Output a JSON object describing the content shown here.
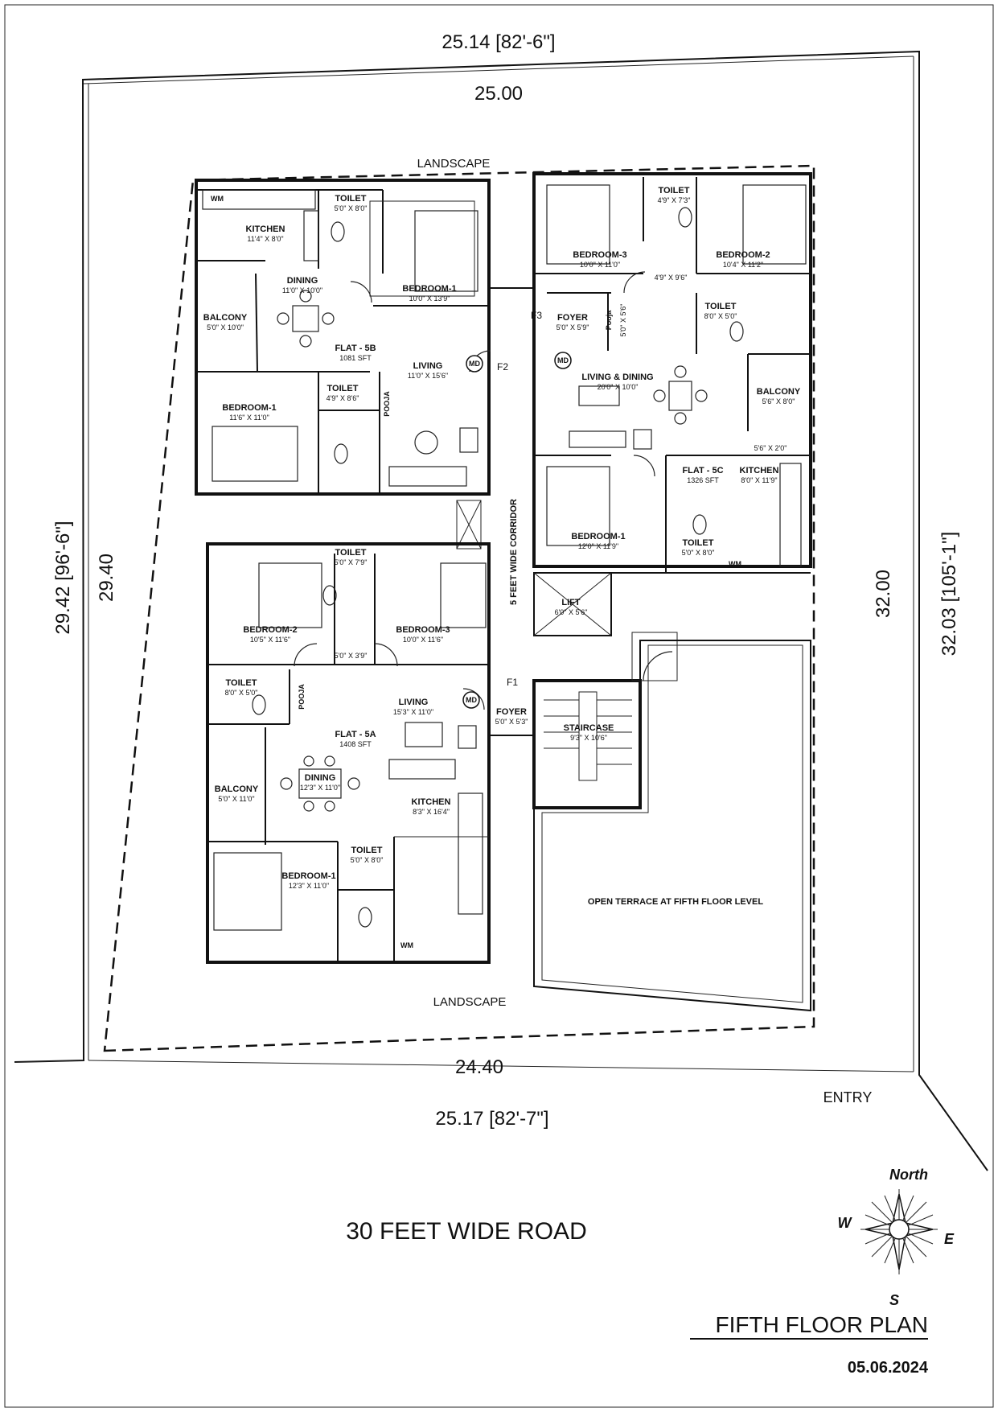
{
  "site": {
    "dims": {
      "top_outer": "25.14 [82'-6\"]",
      "top_inner": "25.00",
      "bottom_inner": "24.40",
      "bottom_outer": "25.17 [82'-7\"]",
      "left_outer": "29.42 [96'-6\"]",
      "left_inner": "29.40",
      "right_inner": "32.00",
      "right_outer": "32.03 [105'-1\"]"
    },
    "landscape_top": "LANDSCAPE",
    "landscape_bottom": "LANDSCAPE",
    "corridor": "5 FEET WIDE CORRIDOR",
    "open_terrace": "OPEN TERRACE AT FIFTH FLOOR LEVEL",
    "entry": "ENTRY",
    "road": "30 FEET WIDE ROAD"
  },
  "flat_5b": {
    "flat": {
      "name": "FLAT - 5B",
      "area": "1081 SFT"
    },
    "wm": "WM",
    "kitchen": {
      "name": "KITCHEN",
      "size": "11'4\" X 8'0\""
    },
    "toilet_1": {
      "name": "TOILET",
      "size": "5'0\" X 8'0\""
    },
    "dining": {
      "name": "DINING",
      "size": "11'0\" X 10'0\""
    },
    "bedroom_1a": {
      "name": "BEDROOM-1",
      "size": "10'0\" X 13'9\""
    },
    "balcony": {
      "name": "BALCONY",
      "size": "5'0\" X 10'0\""
    },
    "living": {
      "name": "LIVING",
      "size": "11'0\" X 15'6\""
    },
    "md": "MD",
    "f2": "F2",
    "toilet_2": {
      "name": "TOILET",
      "size": "4'9\" X 8'6\""
    },
    "pooja": "POOJA",
    "bedroom_1b": {
      "name": "BEDROOM-1",
      "size": "11'6\" X 11'0\""
    }
  },
  "flat_5c": {
    "flat": {
      "name": "FLAT - 5C",
      "area": "1326 SFT"
    },
    "bedroom_3": {
      "name": "BEDROOM-3",
      "size": "10'0\" X 11'0\""
    },
    "toilet_1": {
      "name": "TOILET",
      "size": "4'9\" X 7'3\""
    },
    "bedroom_2": {
      "name": "BEDROOM-2",
      "size": "10'4\" X 11'2\""
    },
    "passage": "4'9\" X 9'6\"",
    "f3": "F3",
    "foyer": {
      "name": "FOYER",
      "size": "5'0\" X 5'9\""
    },
    "pooja": {
      "name": "Pooja",
      "size": "5'0\" X 5'6\""
    },
    "toilet_2": {
      "name": "TOILET",
      "size": "8'0\" X 5'0\""
    },
    "md": "MD",
    "living_dining": {
      "name": "LIVING & DINING",
      "size": "20'0\" X 10'0\""
    },
    "balcony": {
      "name": "BALCONY",
      "size": "5'6\" X 8'0\""
    },
    "utility": "5'6\" X 2'0\"",
    "kitchen": {
      "name": "KITCHEN",
      "size": "8'0\" X 11'9\""
    },
    "bedroom_1": {
      "name": "BEDROOM-1",
      "size": "12'0\" X 11'9\""
    },
    "toilet_3": {
      "name": "TOILET",
      "size": "5'0\" X 8'0\""
    },
    "wm": "WM",
    "lift": {
      "name": "LIFT",
      "size": "6'0\" X 5'6\""
    }
  },
  "flat_5a": {
    "flat": {
      "name": "FLAT - 5A",
      "area": "1408 SFT"
    },
    "toilet_1": {
      "name": "TOILET",
      "size": "5'0\" X 7'9\""
    },
    "bedroom_2": {
      "name": "BEDROOM-2",
      "size": "10'5\" X 11'6\""
    },
    "bedroom_3": {
      "name": "BEDROOM-3",
      "size": "10'0\" X 11'6\""
    },
    "passage": "5'0\" X 3'9\"",
    "toilet_2": {
      "name": "TOILET",
      "size": "8'0\" X 5'0\""
    },
    "pooja": "POOJA",
    "living": {
      "name": "LIVING",
      "size": "15'3\" X 11'0\""
    },
    "md": "MD",
    "f1": "F1",
    "foyer": {
      "name": "FOYER",
      "size": "5'0\" X 5'3\""
    },
    "staircase": {
      "name": "STAIRCASE",
      "size": "9'3\" X 10'6\""
    },
    "dining": {
      "name": "DINING",
      "size": "12'3\" X 11'0\""
    },
    "balcony": {
      "name": "BALCONY",
      "size": "5'0\" X 11'0\""
    },
    "kitchen": {
      "name": "KITCHEN",
      "size": "8'3\" X 16'4\""
    },
    "toilet_3": {
      "name": "TOILET",
      "size": "5'0\" X 8'0\""
    },
    "bedroom_1": {
      "name": "BEDROOM-1",
      "size": "12'3\" X 11'0\""
    },
    "wm": "WM"
  },
  "compass": {
    "north": "North",
    "south": "S",
    "east": "E",
    "west": "W"
  },
  "title": {
    "name": "FIFTH FLOOR PLAN",
    "date": "05.06.2024"
  }
}
